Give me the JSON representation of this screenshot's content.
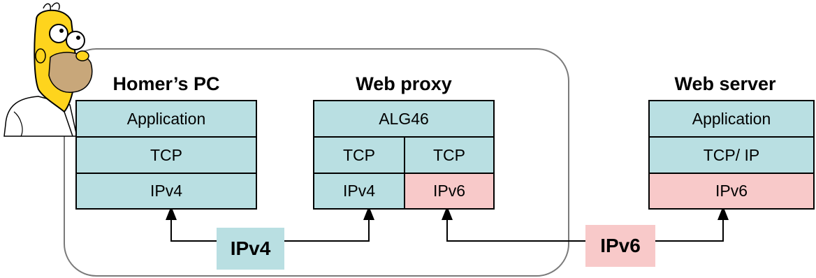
{
  "colors": {
    "ipv4_fill": "#b9dfe2",
    "ipv6_fill": "#f8c9c9",
    "enclosure_stroke": "#7a7a7a"
  },
  "illustration": {
    "icon": "homer-cartoon-icon"
  },
  "nodes": {
    "homer_pc": {
      "title": "Homer’s PC",
      "layers": [
        "Application",
        "TCP",
        "IPv4"
      ]
    },
    "web_proxy": {
      "title": "Web proxy",
      "alg": "ALG46",
      "tcp_left": "TCP",
      "tcp_right": "TCP",
      "ip_left": "IPv4",
      "ip_right": "IPv6"
    },
    "web_server": {
      "title": "Web server",
      "layers": [
        "Application",
        "TCP/ IP",
        "IPv6"
      ]
    }
  },
  "links": {
    "ipv4_label": "IPv4",
    "ipv6_label": "IPv6"
  }
}
